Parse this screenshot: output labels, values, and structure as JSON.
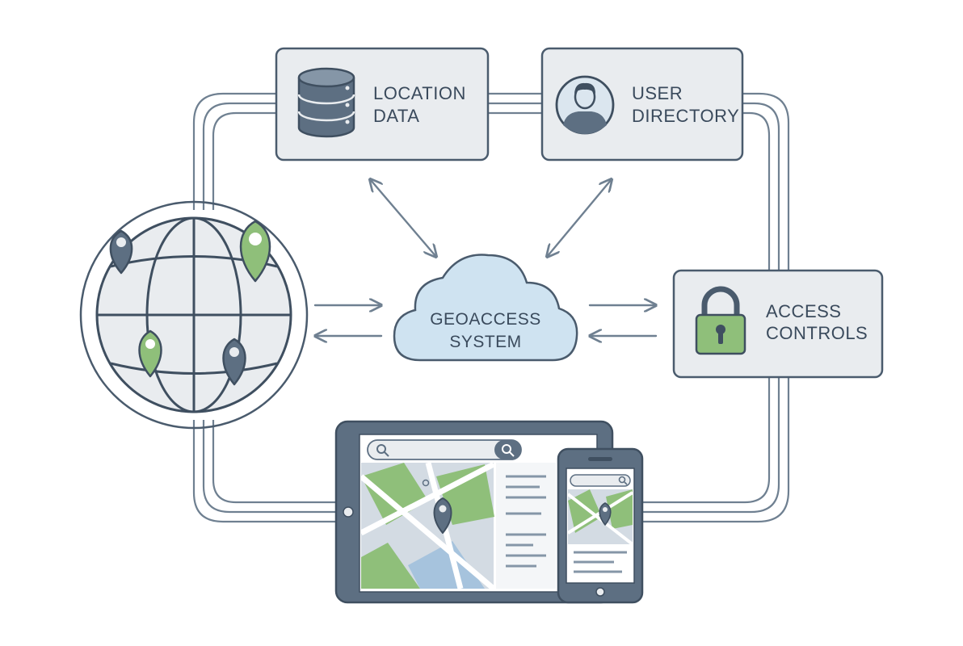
{
  "nodes": {
    "location_data": {
      "line1": "LOCATION",
      "line2": "DATA",
      "icon": "database-icon"
    },
    "user_directory": {
      "line1": "USER",
      "line2": "DIRECTORY",
      "icon": "user-avatar-icon"
    },
    "geoaccess": {
      "line1": "GEOACCESS",
      "line2": "SYSTEM",
      "icon": "cloud-icon"
    },
    "access_controls": {
      "line1": "ACCESS",
      "line2": "CONTROLS",
      "icon": "padlock-icon"
    },
    "globe": {
      "icon": "globe-with-pins-icon"
    },
    "devices": {
      "icon": "tablet-and-phone-map-icon"
    }
  },
  "colors": {
    "stroke": "#4a5b6d",
    "box_fill": "#e9ecef",
    "cloud_fill": "#cfe3f1",
    "green": "#8fbf7a",
    "slate": "#5d6f82"
  }
}
